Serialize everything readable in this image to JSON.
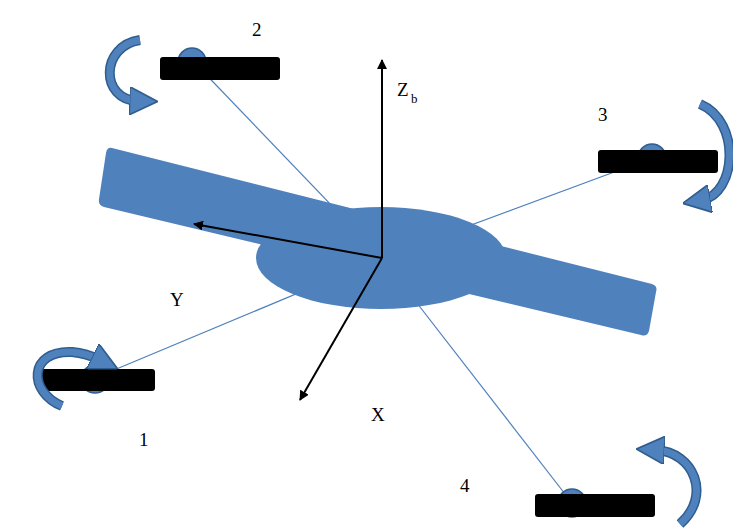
{
  "diagram": {
    "labels": [
      "2",
      "Z",
      "b",
      "3",
      "Y",
      "1",
      "X",
      "4"
    ]
  }
}
